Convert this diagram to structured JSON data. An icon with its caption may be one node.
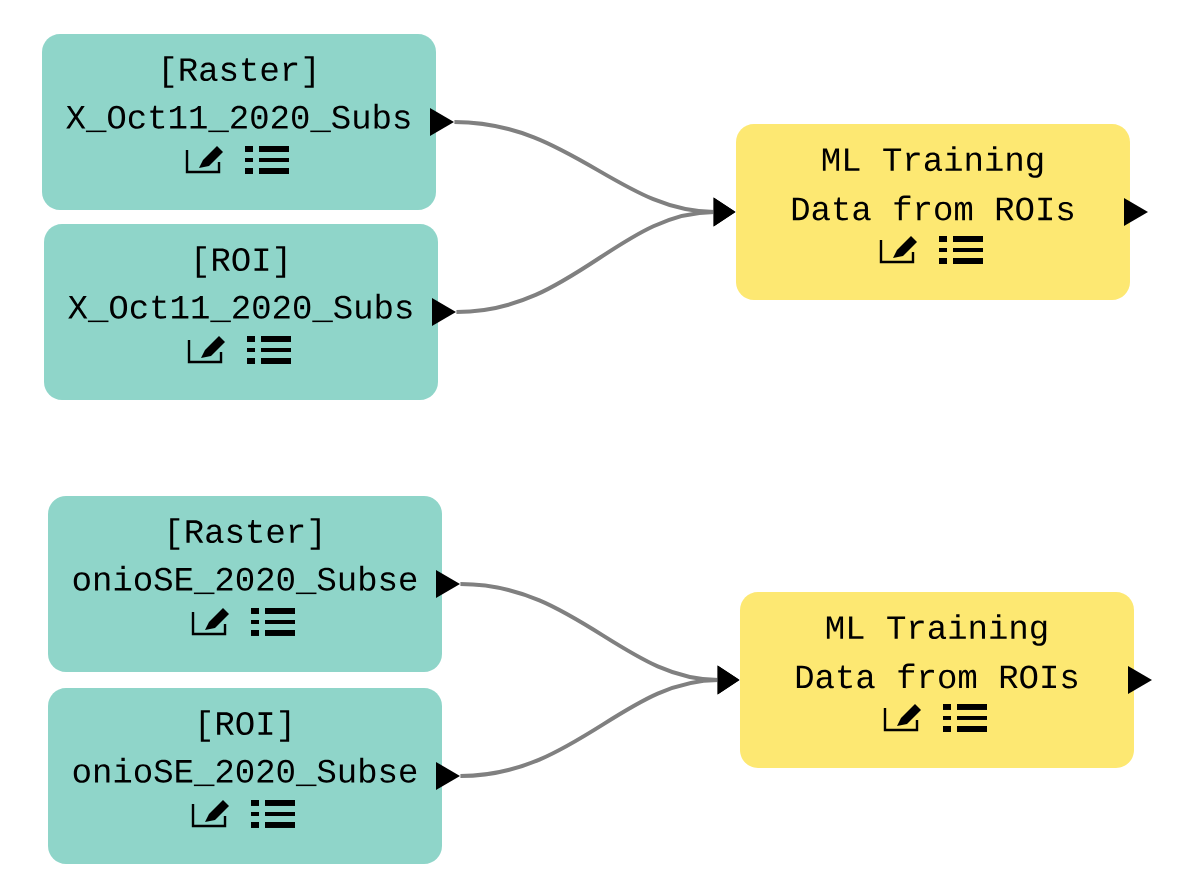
{
  "diagram": {
    "nodes": [
      {
        "text": [
          "[Raster]",
          "X_Oct11_2020_Subs"
        ]
      },
      {
        "text": [
          "[ROI]",
          "X_Oct11_2020_Subs"
        ]
      },
      {
        "text": [
          "ML Training",
          "Data from ROIs"
        ]
      },
      {
        "text": [
          "[Raster]",
          "onioSE_2020_Subse"
        ]
      },
      {
        "text": [
          "[ROI]",
          "onioSE_2020_Subse"
        ]
      },
      {
        "text": [
          "ML Training",
          "Data from ROIs"
        ]
      }
    ],
    "edges": [
      {
        "from": 0,
        "to": 2,
        "arrow": "to"
      },
      {
        "from": 1,
        "to": 2,
        "arrow": "to"
      },
      {
        "from": 3,
        "to": 5,
        "arrow": "to"
      },
      {
        "from": 4,
        "to": 5,
        "arrow": "to"
      }
    ]
  }
}
